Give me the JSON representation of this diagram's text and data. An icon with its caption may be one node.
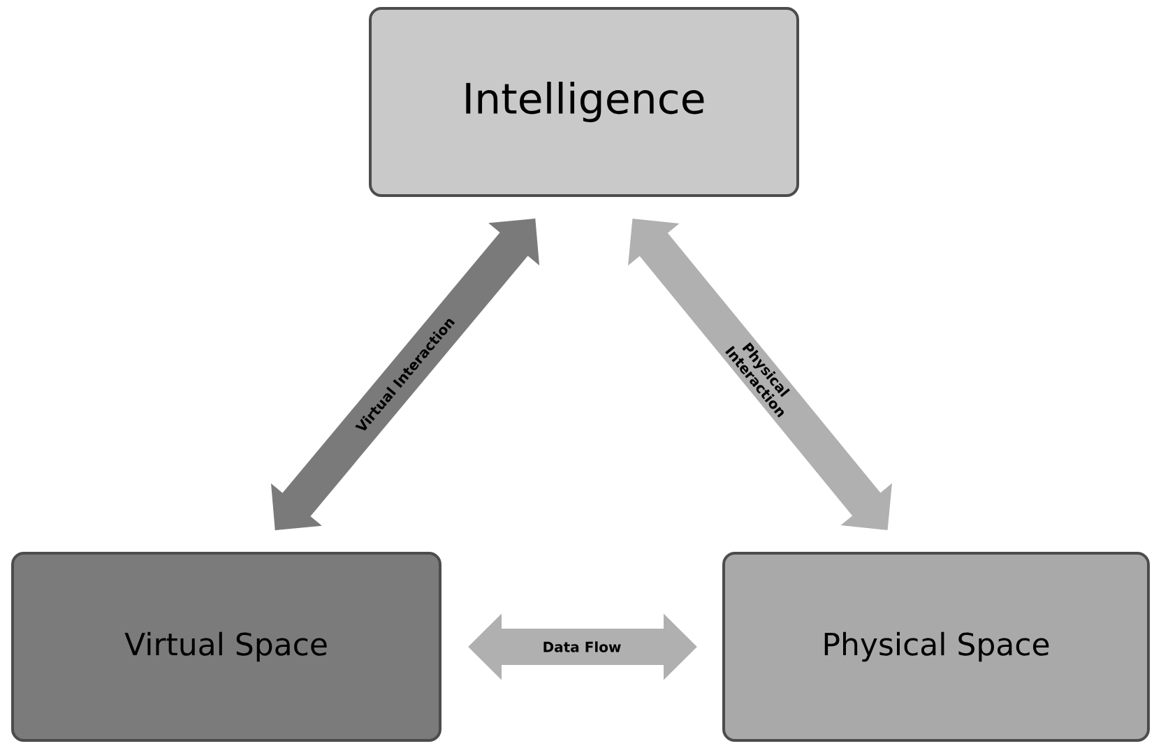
{
  "diagram": {
    "nodes": [
      {
        "text": [
          "Intelligence"
        ]
      },
      {
        "text": [
          "Virtual Space"
        ]
      },
      {
        "text": [
          "Physical Space"
        ]
      }
    ],
    "edges": [
      {
        "from": 1,
        "to": 0,
        "arrow": "both",
        "label": "Virtual Interaction",
        "color": "#7a7a7a"
      },
      {
        "from": 0,
        "to": 2,
        "arrow": "both",
        "label": "Physical Interaction"
      },
      {
        "from": 1,
        "to": 2,
        "arrow": "both",
        "label": "Data Flow"
      }
    ]
  }
}
